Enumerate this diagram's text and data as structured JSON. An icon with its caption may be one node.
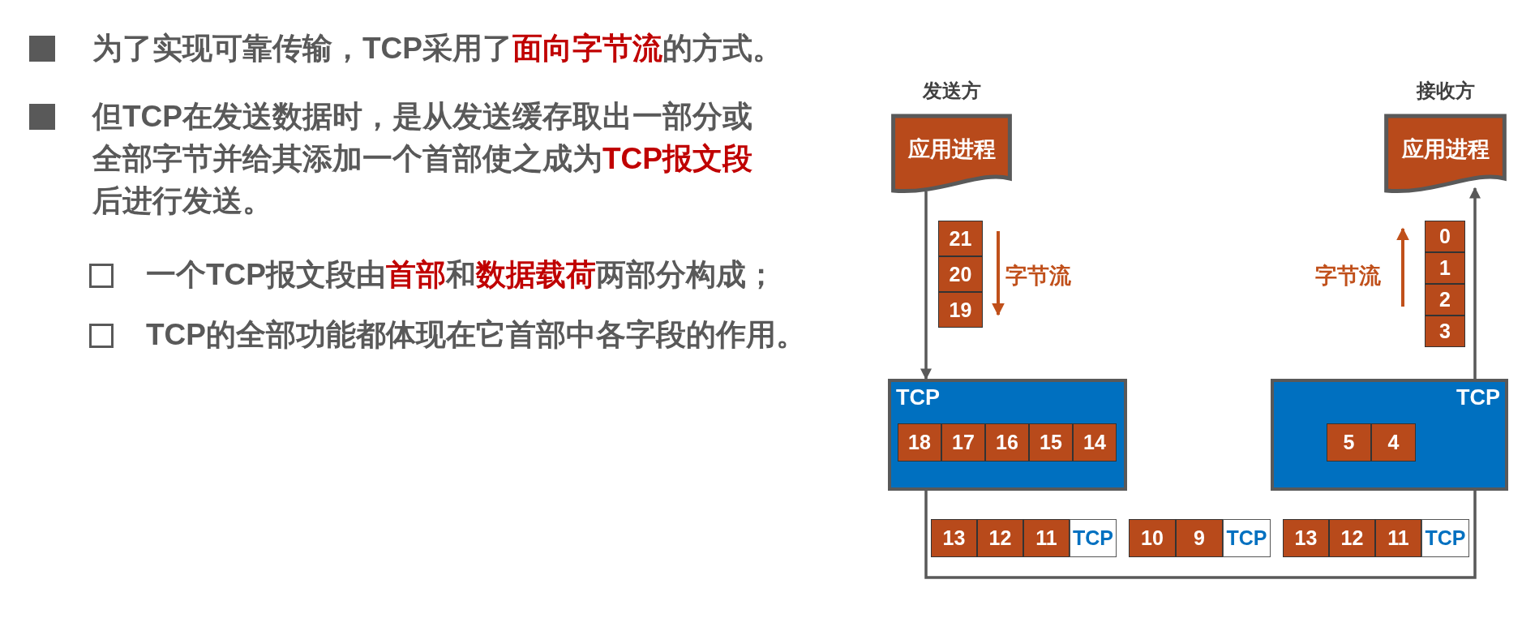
{
  "diagram": {
    "nodes": [
      {
        "text": [
          "应用进程"
        ],
        "beside": [
          "发送方"
        ]
      },
      {
        "text": [
          "应用进程"
        ],
        "beside": [
          "接收方"
        ]
      },
      {
        "text": [
          "21"
        ]
      },
      {
        "text": [
          "20"
        ]
      },
      {
        "text": [
          "19"
        ]
      },
      {
        "text": [
          "0"
        ]
      },
      {
        "text": [
          "1"
        ]
      },
      {
        "text": [
          "2"
        ]
      },
      {
        "text": [
          "3"
        ]
      },
      {
        "text": [
          "TCP"
        ]
      },
      {
        "text": [
          "18"
        ],
        "in": 9
      },
      {
        "text": [
          "17"
        ],
        "in": 9
      },
      {
        "text": [
          "16"
        ],
        "in": 9
      },
      {
        "text": [
          "15"
        ],
        "in": 9
      },
      {
        "text": [
          "14"
        ],
        "in": 9
      },
      {
        "text": [
          "TCP"
        ]
      },
      {
        "text": [
          "5"
        ],
        "in": 15
      },
      {
        "text": [
          "4"
        ],
        "in": 15
      },
      {
        "text": [
          "13"
        ]
      },
      {
        "text": [
          "12"
        ]
      },
      {
        "text": [
          "11"
        ]
      },
      {
        "text": [
          "TCP"
        ]
      },
      {
        "text": [
          "10"
        ]
      },
      {
        "text": [
          "9"
        ]
      },
      {
        "text": [
          "TCP"
        ]
      },
      {
        "text": [
          "13"
        ]
      },
      {
        "text": [
          "12"
        ]
      },
      {
        "text": [
          "11"
        ]
      },
      {
        "text": [
          "TCP"
        ]
      }
    ],
    "edges": [
      {
        "from": 0,
        "to": 9,
        "arrow": "to"
      },
      {
        "from": 9,
        "to": 15,
        "arrow": "none"
      },
      {
        "from": 15,
        "to": 1,
        "arrow": "to"
      }
    ],
    "labels": [
      "为了实现可靠传输，TCP采用了**面向字节流**的方式。",
      "但TCP在发送数据时，是从发送缓存取出一部分或全部字节并给其添加一个首部使之成为**TCP报文段**后进行发送。",
      "一个TCP报文段由**首部**和**数据载荷**两部分构成；",
      "TCP的全部功能都体现在它首部中各字段的作用。",
      "字节流",
      "字节流"
    ]
  }
}
